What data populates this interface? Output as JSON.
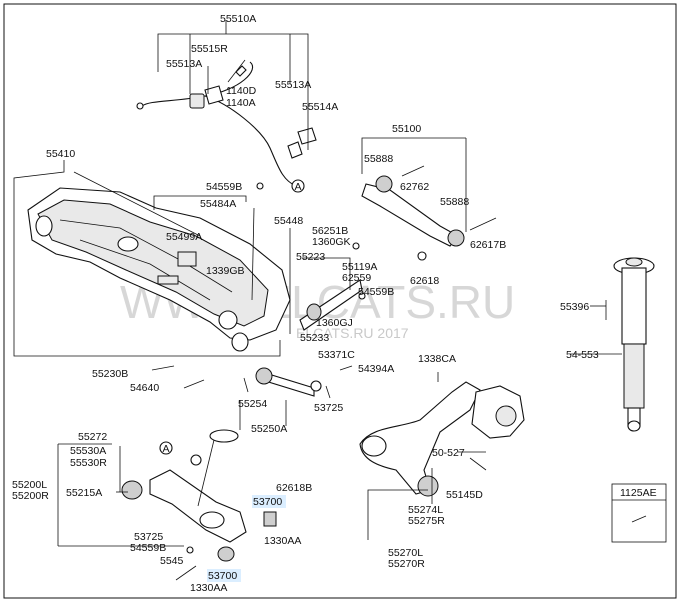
{
  "watermark": {
    "main": "WWW.ELCATS.RU",
    "sub": "ELCATS.RU 2017"
  },
  "labels": {
    "55510A": "55510A",
    "55515R": "55515R",
    "55513A_top": "55513A",
    "1140D": "1140D",
    "1140A": "1140A",
    "55513A_right": "55513A",
    "55514A": "55514A",
    "55410": "55410",
    "55100": "55100",
    "55888_top": "55888",
    "62762": "62762",
    "55888_right": "55888",
    "62617B": "62617B",
    "62618_mid": "62618",
    "54559B_top": "54559B",
    "55484A": "55484A",
    "55448": "55448",
    "55499A": "55499A",
    "1339GB": "1339GB",
    "56251B": "56251B",
    "1360GK": "1360GK",
    "55223": "55223",
    "55119A": "55119A",
    "62559": "62559",
    "54559B_mid": "54559B",
    "55396": "55396",
    "54_553": "54-553",
    "1360GJ": "1360GJ",
    "55233": "55233",
    "53371C": "53371C",
    "54394A": "54394A",
    "1338CA": "1338CA",
    "55230B": "55230B",
    "54640": "54640",
    "55254": "55254",
    "53725_mid": "53725",
    "55250A": "55250A",
    "55272": "55272",
    "55530A": "55530A",
    "55530R": "55530R",
    "50_527": "50-527",
    "55200L": "55200L",
    "55200R": "55200R",
    "55215A": "55215A",
    "62618B": "62618B",
    "55274L": "55274L",
    "55275R": "55275R",
    "55145D": "55145D",
    "53700_top": "53700",
    "1125AE": "1125AE",
    "53725_bot": "53725",
    "54559B_bot": "54559B",
    "1330AA_mid": "1330AA",
    "55270L": "55270L",
    "55270R": "55270R",
    "55454": "5545",
    "53700_bot": "53700",
    "1330AA_bot": "1330AA",
    "ref_A1": "A",
    "ref_A2": "A"
  },
  "highlight_color": "#dbeeff"
}
